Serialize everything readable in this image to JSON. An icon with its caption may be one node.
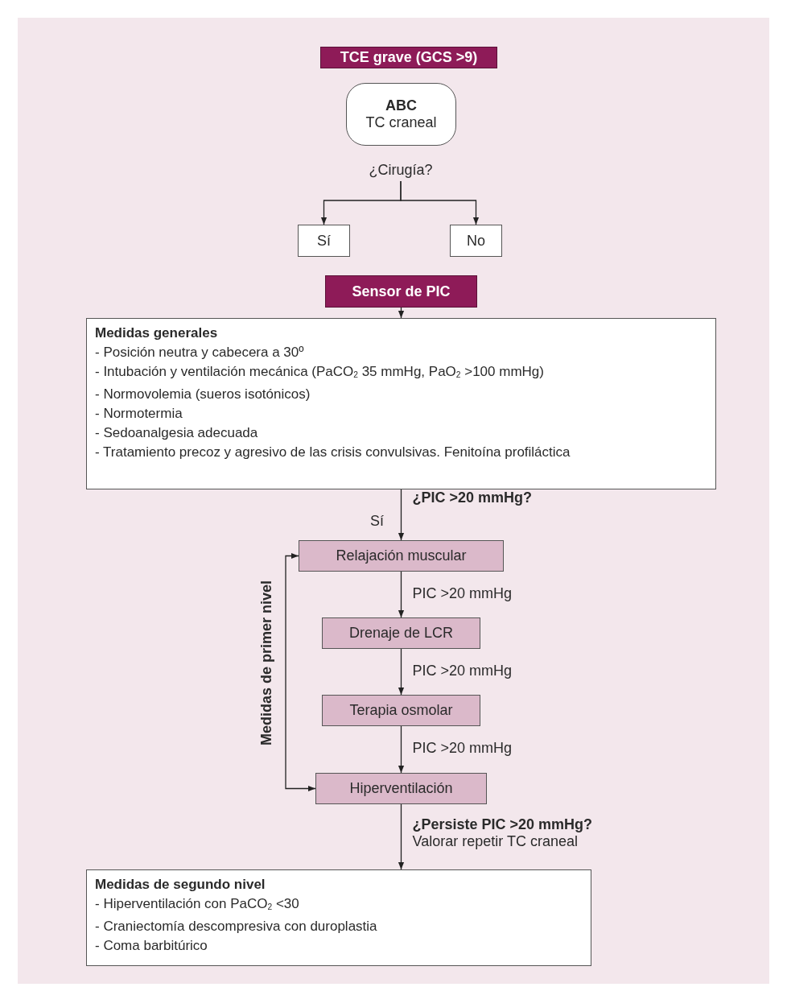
{
  "diagram": {
    "nodes": [
      {
        "text": [
          "TCE grave (GCS >9)"
        ]
      },
      {
        "text": [
          "ABC",
          "TC craneal"
        ]
      },
      {
        "text": [
          "¿Cirugía?"
        ]
      },
      {
        "text": [
          "Sí"
        ]
      },
      {
        "text": [
          "No"
        ]
      },
      {
        "text": [
          "Sensor de PIC"
        ]
      },
      {
        "text": [
          "Medidas generales",
          "- Posición neutra y cabecera a 30º",
          "- Intubación y ventilación mecánica (PaCO$_{2}$ 35 mmHg, PaO$_{2}$ >100 mmHg)",
          "- Normovolemia (sueros isotónicos)",
          "- Normotermia",
          "- Sedoanalgesia adecuada",
          "- Tratamiento precoz y agresivo de las crisis convulsivas. Fenitoína profiláctica"
        ]
      },
      {
        "text": [
          "Relajación muscular"
        ]
      },
      {
        "text": [
          "Drenaje de LCR"
        ]
      },
      {
        "text": [
          "Terapia osmolar"
        ]
      },
      {
        "text": [
          "Hiperventilación"
        ]
      },
      {
        "text": [
          "Medidas de segundo nivel",
          "- Hiperventilación con PaCO$_{2}$ <30",
          "- Craniectomía descompresiva con duroplastia",
          "- Coma barbitúrico"
        ]
      }
    ],
    "edges": [
      {
        "from": 2,
        "to": 3,
        "arrow": "to"
      },
      {
        "from": 2,
        "to": 4,
        "arrow": "to"
      },
      {
        "from": 5,
        "to": 6,
        "arrow": "to"
      },
      {
        "from": 6,
        "to": 7,
        "arrow": "to",
        "label": "¿PIC >20 mmHg?"
      },
      {
        "from": 7,
        "to": 8,
        "arrow": "to",
        "label": "PIC >20 mmHg"
      },
      {
        "from": 8,
        "to": 9,
        "arrow": "to",
        "label": "PIC >20 mmHg"
      },
      {
        "from": 9,
        "to": 10,
        "arrow": "to",
        "label": "PIC >20 mmHg"
      },
      {
        "from": 10,
        "to": 11,
        "arrow": "to",
        "label": "**¿Persiste PIC >20 mmHg?** Valorar repetir TC craneal"
      },
      {
        "from": 7,
        "to": 10,
        "arrow": "both"
      }
    ],
    "labels": [
      "Sí",
      "Medidas de primer nivel"
    ]
  }
}
